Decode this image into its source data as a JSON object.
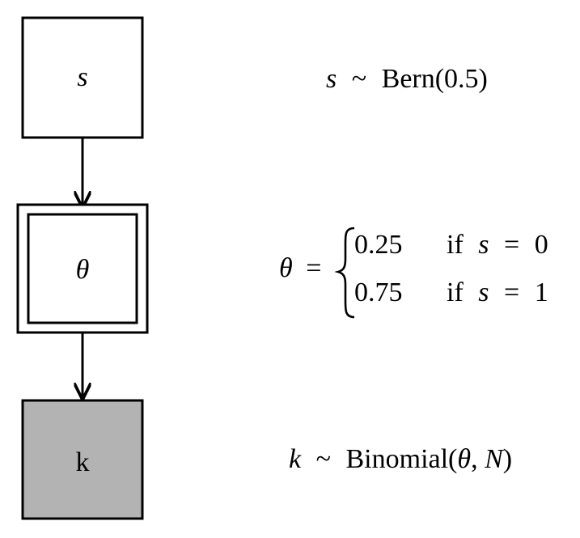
{
  "nodes": {
    "s": {
      "label": "s"
    },
    "theta": {
      "label": "θ"
    },
    "k": {
      "label": "k"
    }
  },
  "equations": {
    "s": {
      "var": "s",
      "rel": "~",
      "dist": "Bern(0.5)"
    },
    "theta": {
      "var": "θ",
      "eq": "=",
      "cases": [
        {
          "value": "0.25",
          "cond_if": "if",
          "cond_var": "s",
          "cond_eq": "=",
          "cond_val": "0"
        },
        {
          "value": "0.75",
          "cond_if": "if",
          "cond_var": "s",
          "cond_eq": "=",
          "cond_val": "1"
        }
      ]
    },
    "k": {
      "var": "k",
      "rel": "~",
      "dist_name": "Binomial(",
      "arg1": "θ",
      "comma": ",",
      "arg2": "N",
      "close": ")"
    }
  },
  "colors": {
    "observed_fill": "#b3b3b3",
    "stroke": "#000000"
  }
}
